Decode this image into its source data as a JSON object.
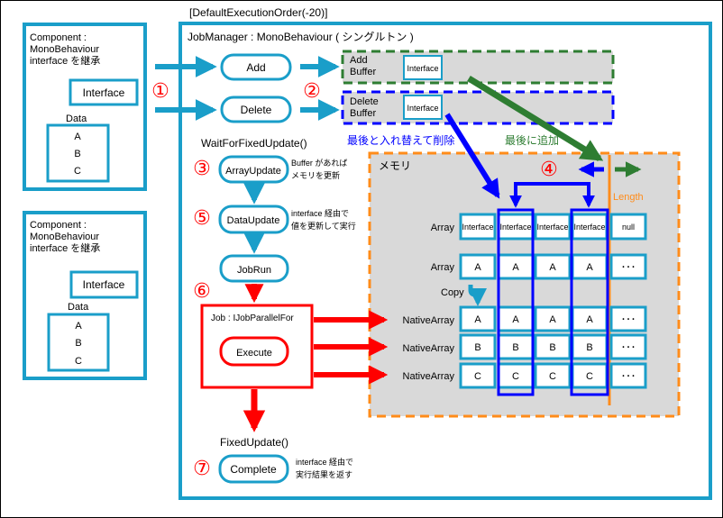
{
  "exec_order_label": "[DefaultExecutionOrder(-20)]",
  "job_manager_label": "JobManager : MonoBehaviour ( シングルトン )",
  "components": [
    {
      "title_lines": [
        "Component :",
        "MonoBehaviour",
        "interface を継承"
      ],
      "interface_label": "Interface",
      "data_label": "Data",
      "data_items": [
        "A",
        "B",
        "C"
      ]
    },
    {
      "title_lines": [
        "Component :",
        "MonoBehaviour",
        "interface を継承"
      ],
      "interface_label": "Interface",
      "data_label": "Data",
      "data_items": [
        "A",
        "B",
        "C"
      ]
    }
  ],
  "buttons": {
    "add": "Add",
    "delete": "Delete"
  },
  "buffers": {
    "add": {
      "lines": [
        "Add",
        "Buffer"
      ],
      "interface_label": "Interface"
    },
    "delete": {
      "lines": [
        "Delete",
        "Buffer"
      ],
      "interface_label": "Interface"
    }
  },
  "step_numbers": [
    "①",
    "②",
    "③",
    "④",
    "⑤",
    "⑥",
    "⑦"
  ],
  "notes": {
    "swap_delete": "最後と入れ替えて削除",
    "append_last": "最後に追加",
    "wait_fixed_update": "WaitForFixedUpdate()",
    "array_update_note": [
      "Buffer があれば",
      "メモリを更新"
    ],
    "data_update_note": [
      "interface 経由で",
      "値を更新して実行"
    ],
    "complete_note": [
      "interface 経由で",
      "実行結果を返す"
    ],
    "fixed_update": "FixedUpdate()"
  },
  "flow": {
    "array_update": "ArrayUpdate",
    "data_update": "DataUpdate",
    "job_run": "JobRun",
    "job_label": "Job : IJobParallelFor",
    "execute": "Execute",
    "complete": "Complete"
  },
  "memory": {
    "label": "メモリ",
    "length_label": "Length",
    "copy_label": "Copy",
    "rows": [
      {
        "label": "Array",
        "cells": [
          "Interface",
          "Interface",
          "Interface",
          "Interface",
          "null"
        ]
      },
      {
        "label": "Array",
        "cells": [
          "A",
          "A",
          "A",
          "A",
          "･･･"
        ]
      },
      {
        "label": "NativeArray",
        "cells": [
          "A",
          "A",
          "A",
          "A",
          "･･･"
        ]
      },
      {
        "label": "NativeArray",
        "cells": [
          "B",
          "B",
          "B",
          "B",
          "･･･"
        ]
      },
      {
        "label": "NativeArray",
        "cells": [
          "C",
          "C",
          "C",
          "C",
          "･･･"
        ]
      }
    ]
  },
  "colors": {
    "teal": "#1a9ec9",
    "red": "#ff0000",
    "green": "#2e7d32",
    "blue": "#0000ff",
    "orange": "#ff8c1a",
    "gray": "#d9d9d9"
  }
}
